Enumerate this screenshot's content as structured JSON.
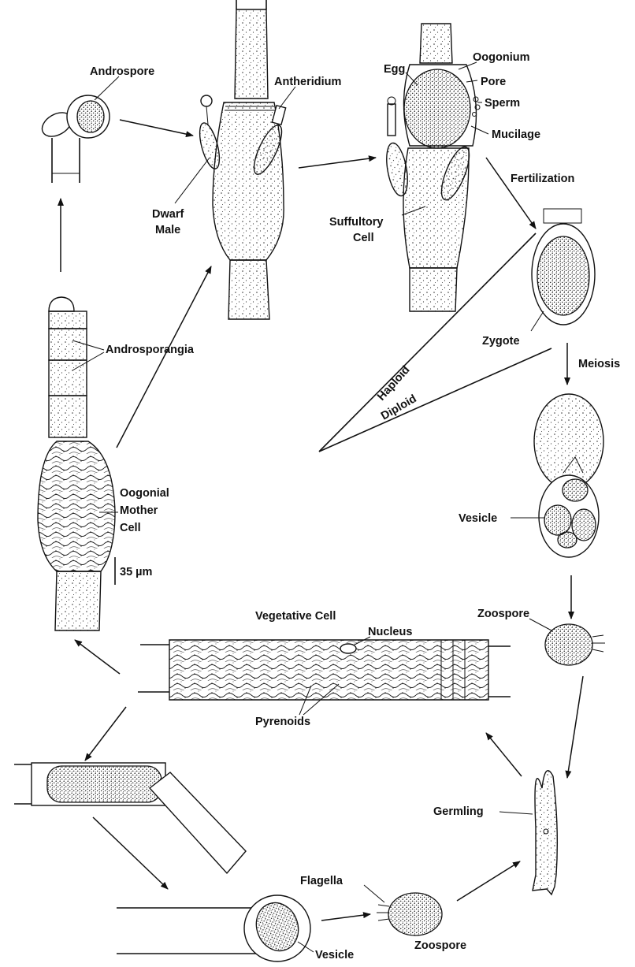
{
  "labels": {
    "androspore": "Androspore",
    "antheridium": "Antheridium",
    "dwarf_male": [
      "Dwarf",
      "Male"
    ],
    "egg": "Egg",
    "oogonium": "Oogonium",
    "pore": "Pore",
    "sperm": "Sperm",
    "mucilage": "Mucilage",
    "fertilization": "Fertilization",
    "suffultory_cell": [
      "Suffultory",
      "Cell"
    ],
    "androsporangia": "Androsporangia",
    "zygote": "Zygote",
    "haploid": "Haploid",
    "diploid": "Diploid",
    "meiosis": "Meiosis",
    "oogonial_mother_cell": [
      "Oogonial",
      "Mother",
      "Cell"
    ],
    "vesicle_upper": "Vesicle",
    "scale_bar": "35 µm",
    "vegetative_cell": "Vegetative Cell",
    "nucleus": "Nucleus",
    "zoospore_upper": "Zoospore",
    "pyrenoids": "Pyrenoids",
    "germling": "Germling",
    "flagella": "Flagella",
    "zoospore_lower": "Zoospore",
    "vesicle_lower": "Vesicle"
  }
}
